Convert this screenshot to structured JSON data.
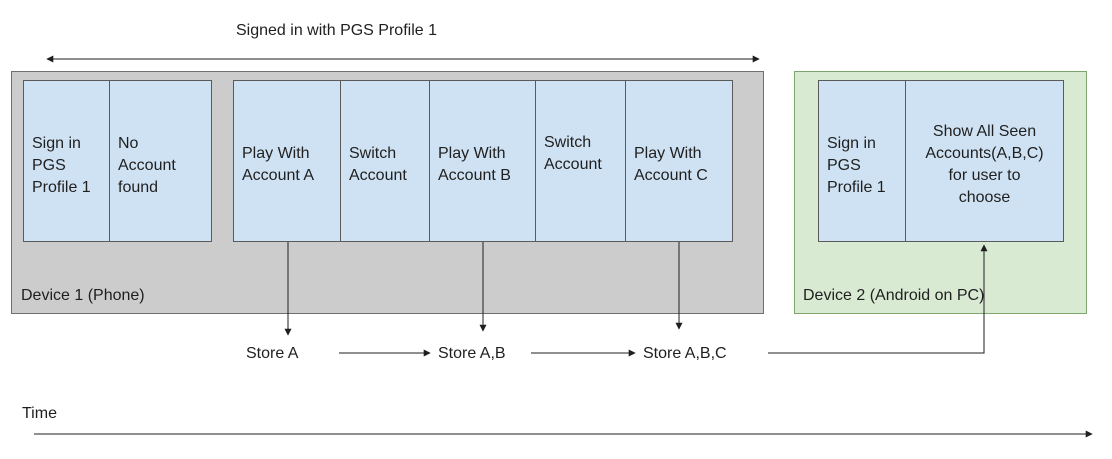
{
  "top_label": "Signed in with PGS Profile 1",
  "time_label": "Time",
  "device1": {
    "label": "Device 1 (Phone)",
    "steps": [
      "Sign in\nPGS\nProfile 1",
      "No\nAccount\nfound",
      "Play With\nAccount A",
      "Switch\nAccount",
      "Play With\nAccount B",
      "Switch\nAccount",
      "Play With\nAccount C"
    ]
  },
  "device2": {
    "label": "Device 2 (Android on PC)",
    "steps": [
      "Sign in\nPGS\nProfile 1",
      "Show All Seen\nAccounts(A,B,C)\nfor user to\nchoose"
    ]
  },
  "stores": [
    "Store A",
    "Store A,B",
    "Store A,B,C"
  ],
  "colors": {
    "device1_bg": "#cccccc",
    "device2_bg": "#d9ead3",
    "device2_border": "#7fa56f",
    "step_bg": "#cfe2f3",
    "line": "#1f1f1f"
  }
}
